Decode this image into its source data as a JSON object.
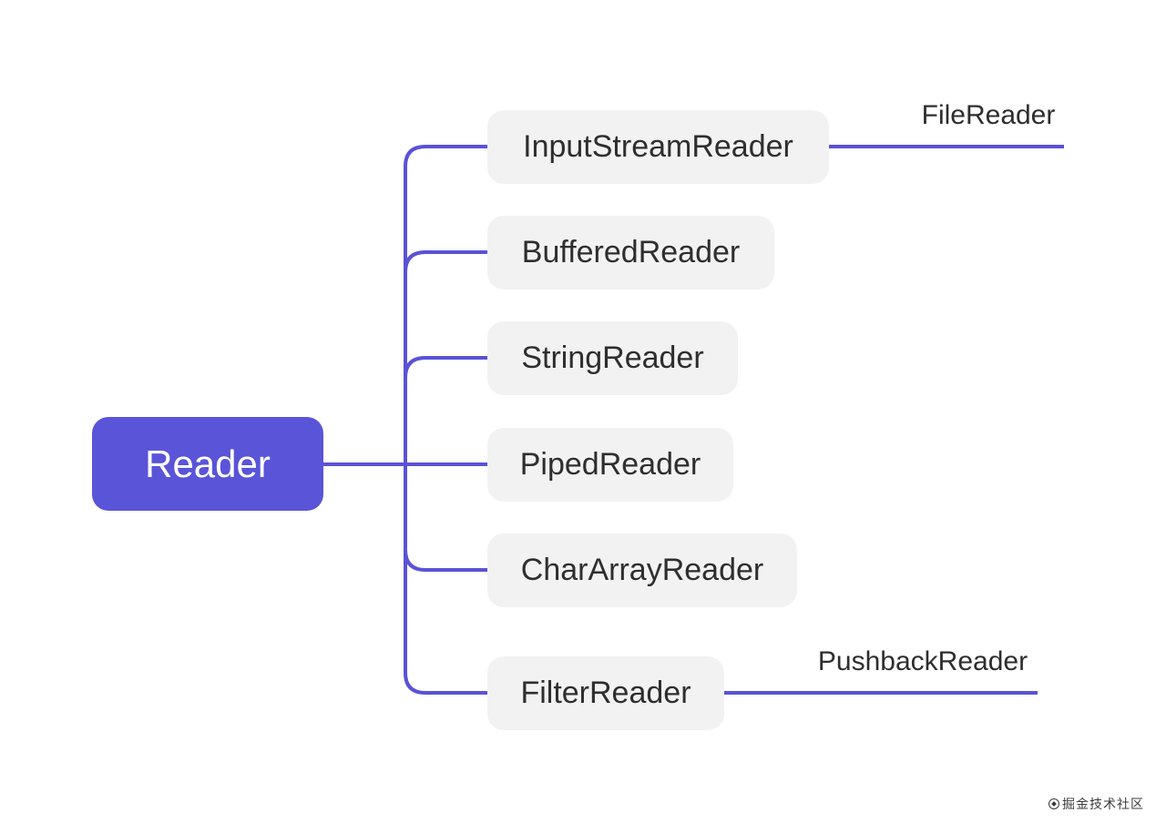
{
  "diagram": {
    "title_hint": "Java Reader class hierarchy mind map",
    "root": {
      "label": "Reader"
    },
    "children": [
      {
        "label": "InputStreamReader"
      },
      {
        "label": "BufferedReader"
      },
      {
        "label": "StringReader"
      },
      {
        "label": "PipedReader"
      },
      {
        "label": "CharArrayReader"
      },
      {
        "label": "FilterReader"
      }
    ],
    "grandchildren": [
      {
        "label": "FileReader",
        "parent": "InputStreamReader"
      },
      {
        "label": "PushbackReader",
        "parent": "FilterReader"
      }
    ],
    "colors": {
      "root_bg": "#5a54d8",
      "root_text": "#ffffff",
      "child_bg": "#f2f2f2",
      "child_text": "#2e2e2e",
      "connector": "#5a52d6",
      "background": "#ffffff"
    }
  },
  "watermark": {
    "text": "掘金技术社区",
    "icon": "juejin-logo"
  }
}
